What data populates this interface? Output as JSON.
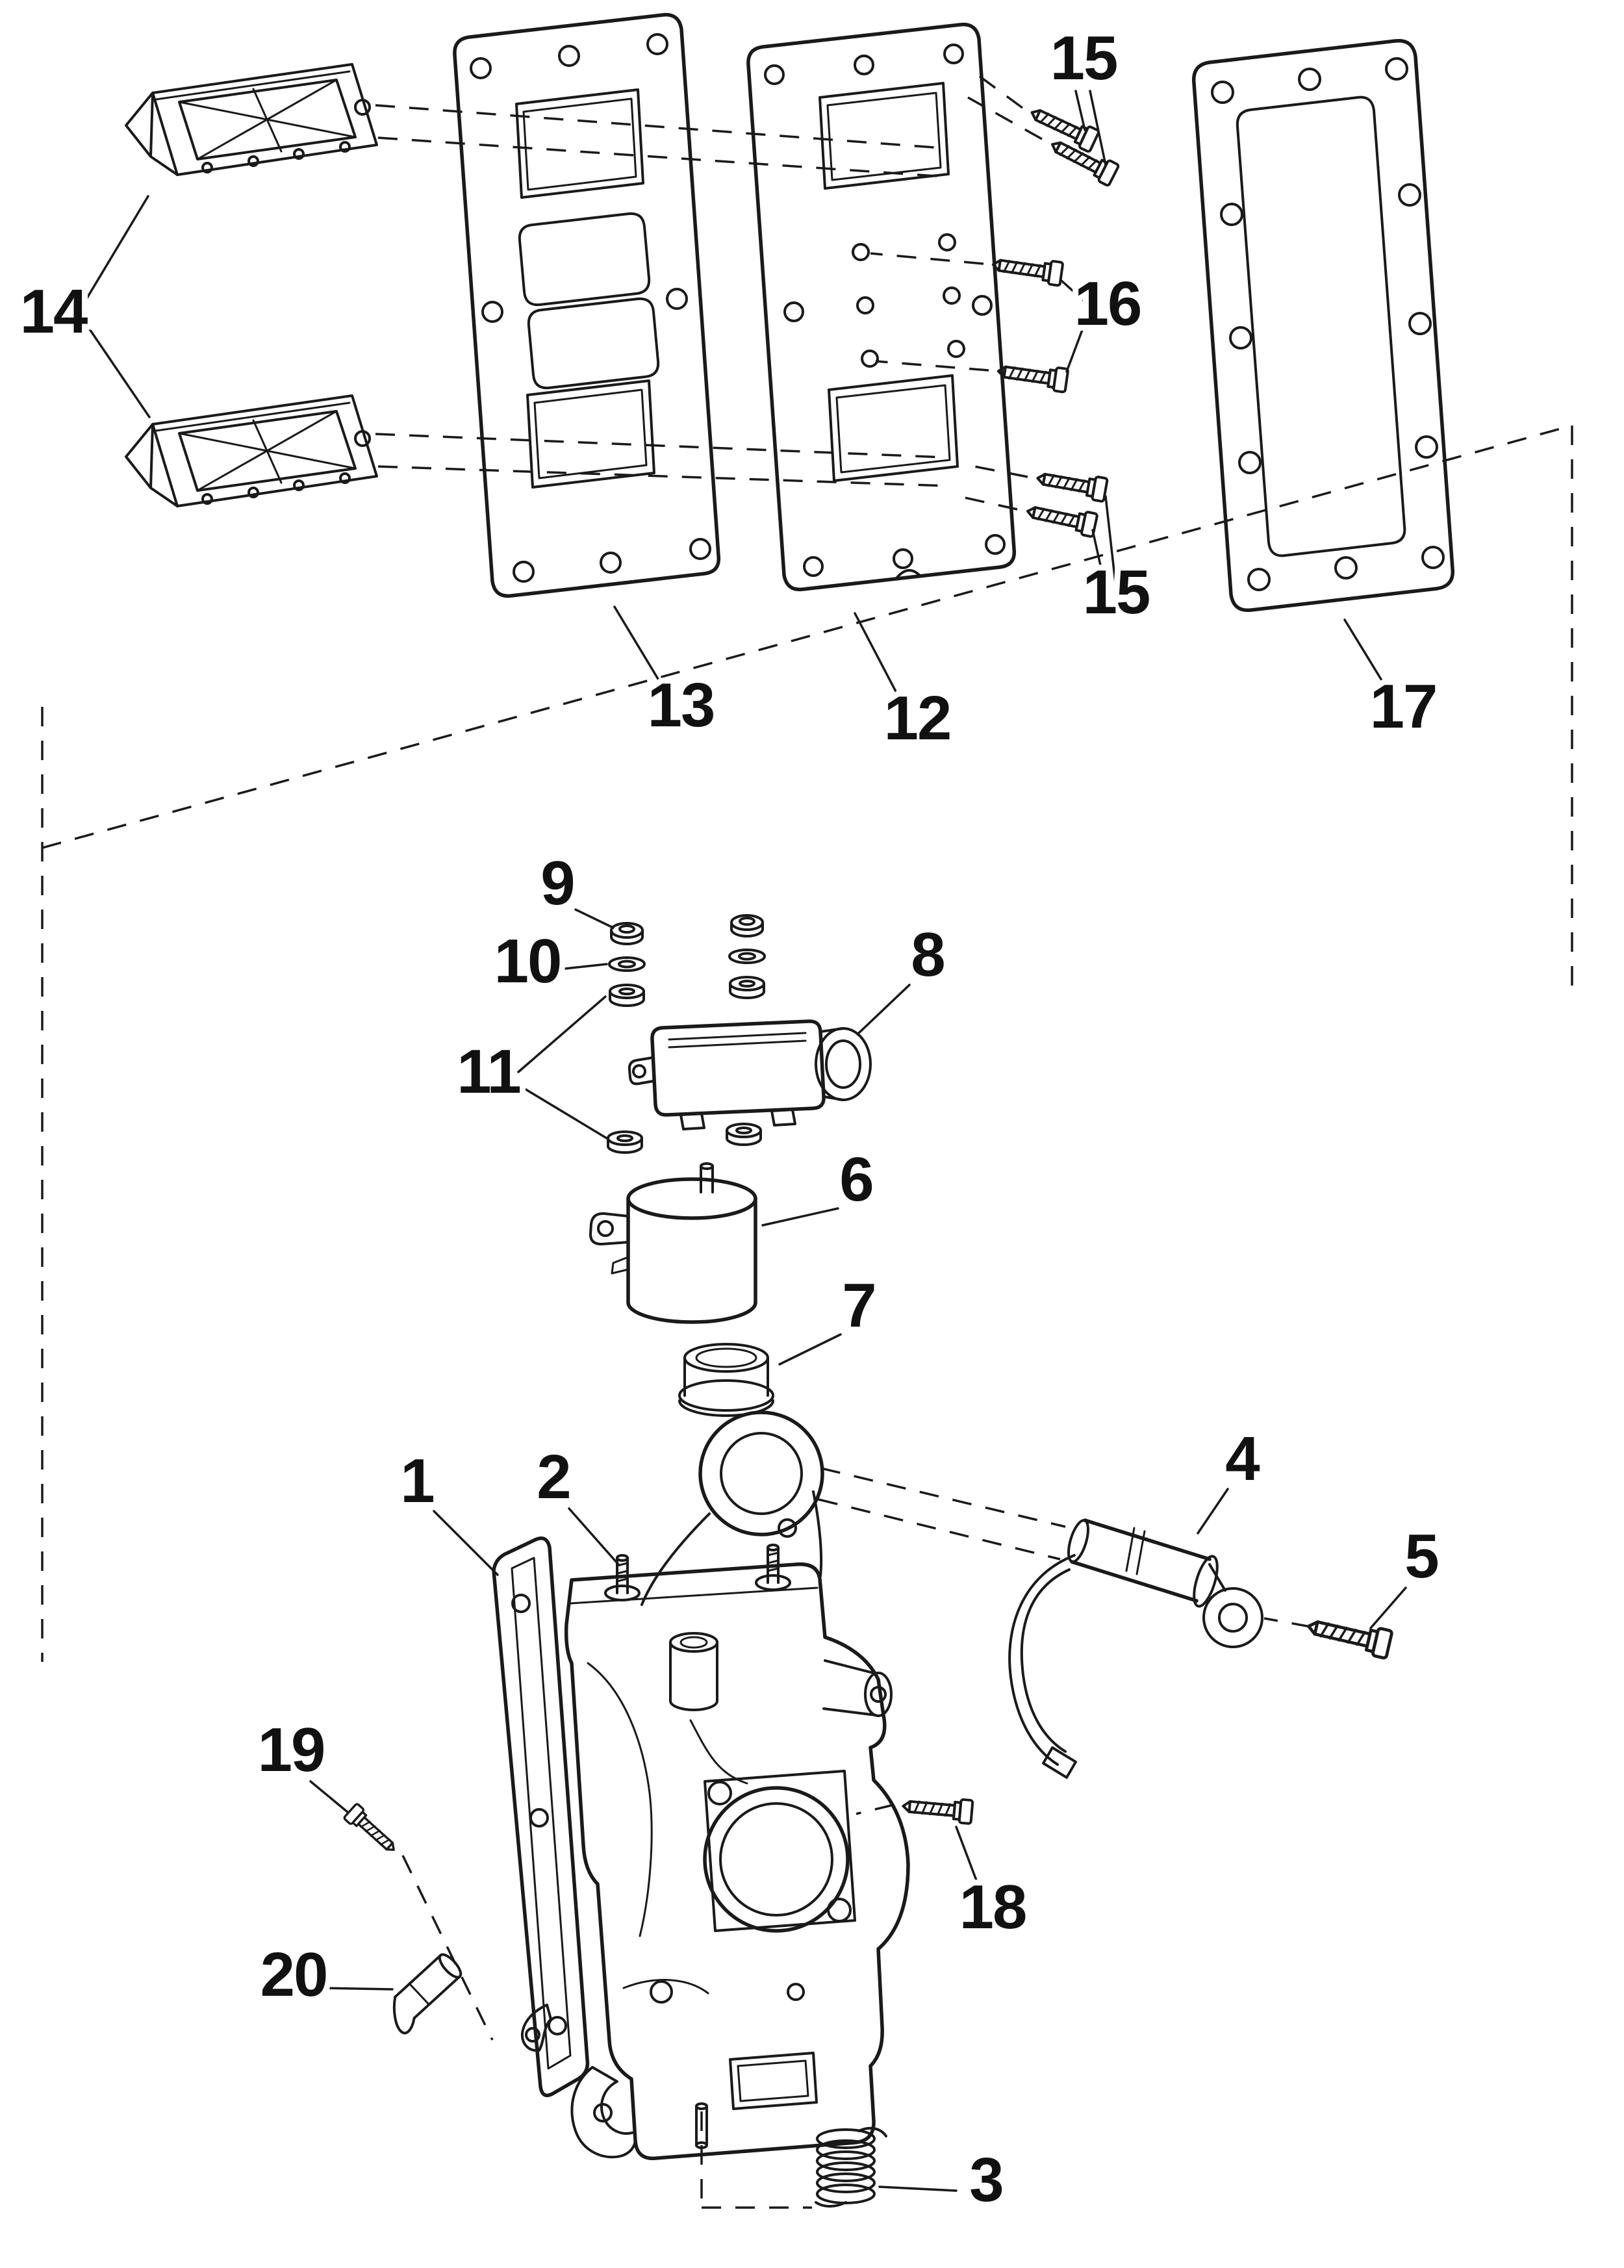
{
  "figure": {
    "type": "exploded-parts-diagram",
    "background_color": "#ffffff",
    "line_color": "#1a1a1a",
    "callouts": {
      "c1": "1",
      "c2": "2",
      "c3": "3",
      "c4": "4",
      "c5": "5",
      "c6": "6",
      "c7": "7",
      "c8": "8",
      "c9": "9",
      "c10": "10",
      "c11": "11",
      "c12": "12",
      "c13": "13",
      "c14": "14",
      "c15_upper": "15",
      "c15_lower": "15",
      "c16": "16",
      "c17": "17",
      "c18": "18",
      "c19": "19",
      "c20": "20"
    }
  }
}
